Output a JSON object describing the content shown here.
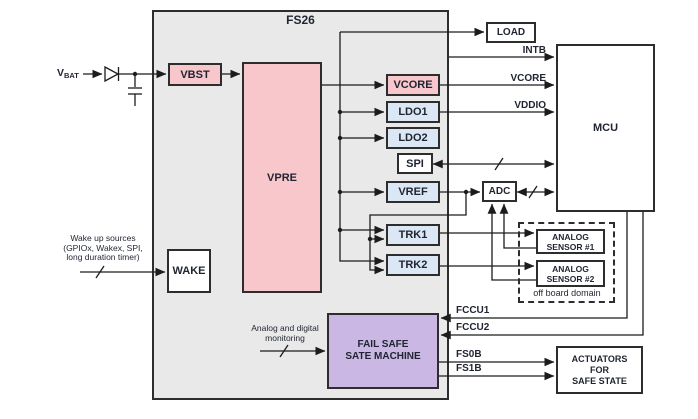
{
  "diagram": {
    "chip_label": "FS26",
    "vbat": {
      "main": "V",
      "sub": "BAT"
    },
    "blocks": {
      "vbst": "VBST",
      "vpre": "VPRE",
      "vcore": "VCORE",
      "ldo1": "LDO1",
      "ldo2": "LDO2",
      "spi": "SPI",
      "vref": "VREF",
      "trk1": "TRK1",
      "trk2": "TRK2",
      "wake": "WAKE",
      "adc": "ADC",
      "load": "LOAD",
      "mcu": "MCU",
      "failsafe": [
        "FAIL SAFE",
        "SATE MACHINE"
      ],
      "sensor1": [
        "ANALOG",
        "SENSOR #1"
      ],
      "sensor2": [
        "ANALOG",
        "SENSOR #2"
      ],
      "actuators": [
        "ACTUATORS",
        "FOR",
        "SAFE STATE"
      ]
    },
    "signals": {
      "intb": "INTB",
      "vcore": "VCORE",
      "vddio": "VDDIO",
      "fccu1": "FCCU1",
      "fccu2": "FCCU2",
      "fs0b": "FS0B",
      "fs1b": "FS1B"
    },
    "notes": {
      "wake": [
        "Wake up sources",
        "(GPIOx, Wakex, SPI,",
        "long duration timer)"
      ],
      "monitor": [
        "Analog and digital",
        "monitoring"
      ],
      "offboard": "off board domain"
    },
    "colors": {
      "regulator_pink": "#f7c7cc",
      "ldo_blue": "#dbe7f5",
      "failsafe_purple": "#cab7e3",
      "chip_gray": "#e9e9e9",
      "wire": "#1c1c1c",
      "border": "#2d2d2d"
    }
  }
}
